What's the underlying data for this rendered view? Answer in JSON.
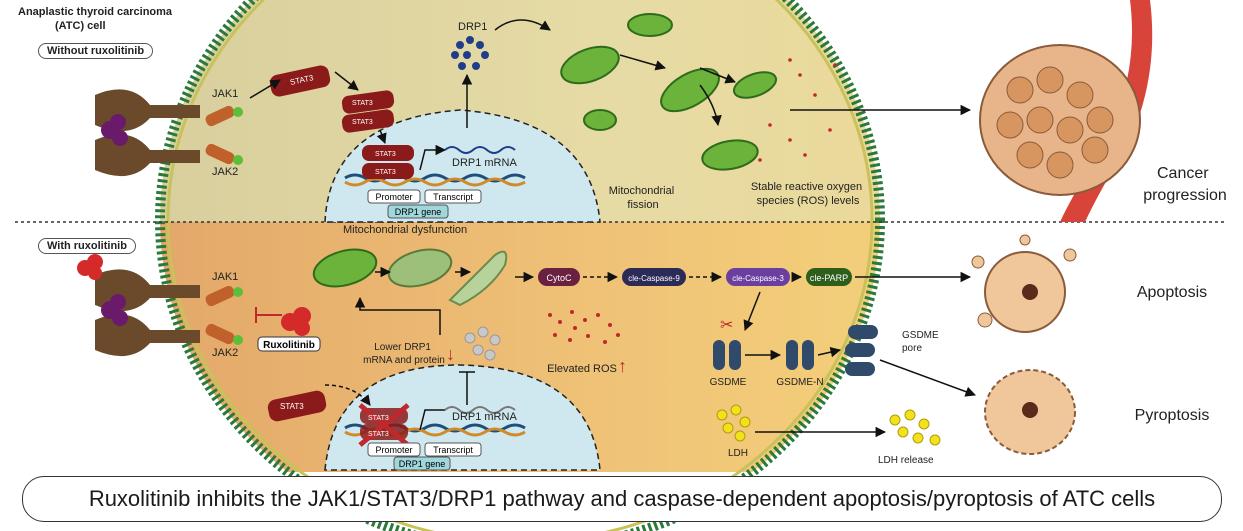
{
  "title_cell": "Anaplastic thyroid carcinoma\n(ATC) cell",
  "top": {
    "condition": "Without ruxolitinib",
    "jak1": "JAK1",
    "jak2": "JAK2",
    "stat3": "STAT3",
    "drp1": "DRP1",
    "drp1_mrna": "DRP1 mRNA",
    "promoter": "Promoter",
    "transcript": "Transcript",
    "drp1_gene": "DRP1 gene",
    "fission": "Mitochondrial\nfission",
    "ros_stable": "Stable reactive oxygen\nspecies (ROS) levels",
    "outcome": "Cancer\nprogression"
  },
  "bottom": {
    "condition": "With ruxolitinib",
    "jak1": "JAK1",
    "jak2": "JAK2",
    "drug": "Ruxolitinib",
    "stat3": "STAT3",
    "mito_dysfunction": "Mitochondrial dysfunction",
    "lower_drp1": "Lower DRP1\nmRNA and protein",
    "drp1_mrna": "DRP1 mRNA",
    "promoter": "Promoter",
    "transcript": "Transcript",
    "drp1_gene": "DRP1 gene",
    "elevated_ros": "Elevated ROS",
    "cytoc": "CytoC",
    "casp9": "cle-Caspase-9",
    "casp3": "cle-Caspase-3",
    "parp": "cle-PARP",
    "gsdme": "GSDME",
    "gsdme_n": "GSDME-N",
    "gsdme_pore": "GSDME\npore",
    "ldh": "LDH",
    "ldh_release": "LDH release",
    "apoptosis": "Apoptosis",
    "pyroptosis": "Pyroptosis"
  },
  "caption": "Ruxolitinib inhibits the JAK1/STAT3/DRP1 pathway and caspase-dependent apoptosis/pyroptosis of ATC cells",
  "colors": {
    "cell_top": "#e3d9a8",
    "cell_bottom": "#e8b96b",
    "nucleus": "#cfe8ef",
    "stat3": "#8b1a1a",
    "jak": "#c0602a",
    "mito": "#6bb33a",
    "drp1_dot": "#1f3d8a",
    "gsdme": "#2f4a6b",
    "cytoc": "#6a2040",
    "casp9": "#2c2a57",
    "casp3": "#6b3fa0",
    "parp": "#2f5e1c",
    "ros": "#c0282b",
    "ldh": "#f2e21a"
  }
}
